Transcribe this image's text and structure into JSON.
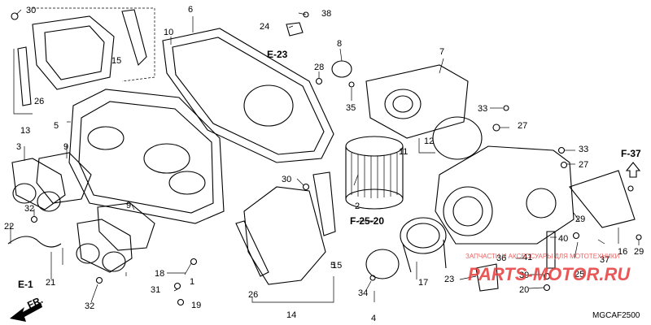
{
  "labels": [
    "30",
    "26",
    "13",
    "15",
    "10",
    "6",
    "24",
    "38",
    "5",
    "3",
    "9",
    "32",
    "22",
    "21",
    "8",
    "28",
    "35",
    "7",
    "33",
    "27",
    "11",
    "12",
    "2",
    "30",
    "9",
    "1",
    "18",
    "31",
    "19",
    "32",
    "26",
    "14",
    "15",
    "4",
    "34",
    "17",
    "23",
    "36",
    "41",
    "40",
    "39",
    "20",
    "25",
    "37",
    "29",
    "16",
    "29",
    "5",
    "33",
    "27"
  ],
  "refs": {
    "e23": "E-23",
    "f37": "F-37",
    "f2520": "F-25-20",
    "e1": "E-1",
    "fr": "FR."
  },
  "code": "MGCAF2500",
  "watermark": {
    "brand": "PARTS-MOTOR.RU",
    "tagline": "ЗАПЧАСТИ И АКСЕССУАРЫ ДЛЯ МОТОТЕХНИКИ"
  }
}
